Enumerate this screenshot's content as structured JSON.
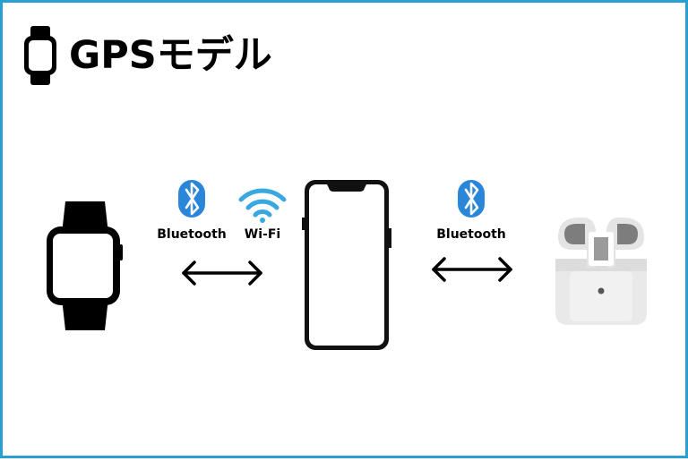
{
  "title": "GPSモデル",
  "colors": {
    "frame": "#2a9fd6",
    "bluetooth": "#2a86d8",
    "wifi": "#3aa8e0"
  },
  "icons": {
    "title": "watch-icon",
    "left_device": "watch-icon",
    "center_device": "smartphone-icon",
    "right_device": "earbuds-icon"
  },
  "connections": {
    "left": {
      "labels": [
        "Bluetooth",
        "Wi-Fi"
      ],
      "icons": [
        "bluetooth-icon",
        "wifi-icon"
      ]
    },
    "right": {
      "labels": [
        "Bluetooth"
      ],
      "icons": [
        "bluetooth-icon"
      ]
    }
  }
}
